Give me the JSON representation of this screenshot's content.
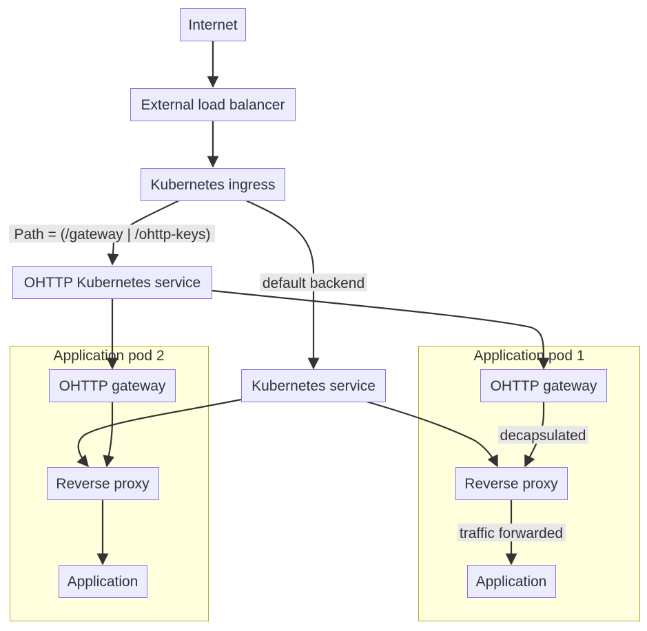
{
  "diagram": {
    "type": "flowchart",
    "colors": {
      "node_fill": "#ececff",
      "node_stroke": "#9370db",
      "cluster_fill": "#ffffde",
      "cluster_stroke": "#aaaa33",
      "edge": "#333333",
      "edge_label_bg": "#e8e8e8",
      "text": "#333333"
    },
    "clusters": {
      "pod2": {
        "label": "Application pod 2"
      },
      "pod1": {
        "label": "Application pod 1"
      }
    },
    "nodes": {
      "internet": {
        "label": "Internet"
      },
      "elb": {
        "label": "External load balancer"
      },
      "ingress": {
        "label": "Kubernetes ingress"
      },
      "ohttp_svc": {
        "label": "OHTTP Kubernetes service"
      },
      "k8s_svc": {
        "label": "Kubernetes service"
      },
      "pod2_gateway": {
        "label": "OHTTP gateway"
      },
      "pod2_proxy": {
        "label": "Reverse proxy"
      },
      "pod2_app": {
        "label": "Application"
      },
      "pod1_gateway": {
        "label": "OHTTP gateway"
      },
      "pod1_proxy": {
        "label": "Reverse proxy"
      },
      "pod1_app": {
        "label": "Application"
      }
    },
    "edges": [
      {
        "from": "internet",
        "to": "elb",
        "label": ""
      },
      {
        "from": "elb",
        "to": "ingress",
        "label": ""
      },
      {
        "from": "ingress",
        "to": "ohttp_svc",
        "label": "Path = (/gateway | /ohttp-keys)"
      },
      {
        "from": "ingress",
        "to": "k8s_svc",
        "label": "default backend"
      },
      {
        "from": "ohttp_svc",
        "to": "pod2_gateway",
        "label": ""
      },
      {
        "from": "ohttp_svc",
        "to": "pod1_gateway",
        "label": ""
      },
      {
        "from": "k8s_svc",
        "to": "pod2_proxy",
        "label": ""
      },
      {
        "from": "k8s_svc",
        "to": "pod1_proxy",
        "label": ""
      },
      {
        "from": "pod2_gateway",
        "to": "pod2_proxy",
        "label": ""
      },
      {
        "from": "pod2_proxy",
        "to": "pod2_app",
        "label": ""
      },
      {
        "from": "pod1_gateway",
        "to": "pod1_proxy",
        "label": "decapsulated"
      },
      {
        "from": "pod1_proxy",
        "to": "pod1_app",
        "label": "traffic forwarded"
      }
    ]
  }
}
